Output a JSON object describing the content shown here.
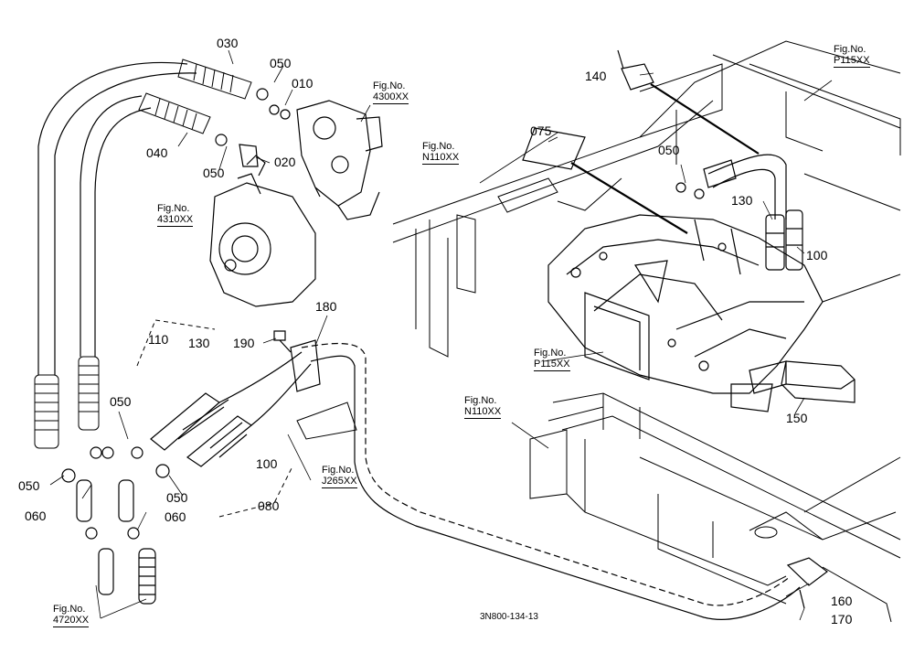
{
  "parts": [
    "010",
    "020",
    "030",
    "040",
    "050",
    "050",
    "050",
    "050",
    "050",
    "060",
    "060",
    "075",
    "080",
    "100",
    "100",
    "110",
    "130",
    "130",
    "140",
    "150",
    "160",
    "170",
    "180",
    "190"
  ],
  "fig_prefix": "Fig.No.",
  "figs": [
    "4300XX",
    "4310XX",
    "N110XX",
    "P115XX",
    "P115XX",
    "N110XX",
    "J265XX",
    "4720XX"
  ],
  "diagram_code": "3N800-134-13"
}
